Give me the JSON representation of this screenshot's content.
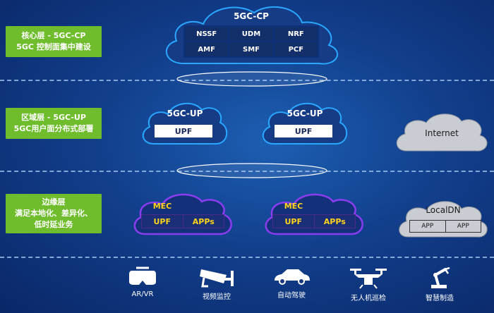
{
  "layers": [
    {
      "line1": "核心层 - 5GC-CP",
      "line2": "5GC 控制面集中建设"
    },
    {
      "line1": "区域层 - 5GC-UP",
      "line2": "5GC用户面分布式部署"
    },
    {
      "line1": "边缘层",
      "line2": "满足本地化、差异化、",
      "line3": "低时延业务"
    }
  ],
  "core": {
    "title": "5GC-CP",
    "functions": [
      "NSSF",
      "UDM",
      "NRF",
      "AMF",
      "SMF",
      "PCF"
    ]
  },
  "regional": [
    {
      "title": "5GC-UP",
      "box": "UPF"
    },
    {
      "title": "5GC-UP",
      "box": "UPF"
    }
  ],
  "internet": {
    "label": "Internet"
  },
  "edge": [
    {
      "title": "MEC",
      "cells": [
        "UPF",
        "APPs"
      ]
    },
    {
      "title": "MEC",
      "cells": [
        "UPF",
        "APPs"
      ]
    }
  ],
  "localdn": {
    "title": "LocalDN",
    "apps": [
      "APP",
      "APP"
    ]
  },
  "use_cases": [
    {
      "icon": "vr-headset-icon",
      "label": "AR/VR"
    },
    {
      "icon": "surveillance-camera-icon",
      "label": "视频监控"
    },
    {
      "icon": "car-icon",
      "label": "自动驾驶"
    },
    {
      "icon": "drone-icon",
      "label": "无人机巡检"
    },
    {
      "icon": "robot-arm-icon",
      "label": "智慧制造"
    }
  ],
  "colors": {
    "label_green": "#6fbd2d",
    "cloud_outline": "#2aa8ff",
    "mec_outline": "#8a3df0",
    "mec_text": "#ffd21a",
    "external_cloud": "#c9cdd3"
  }
}
